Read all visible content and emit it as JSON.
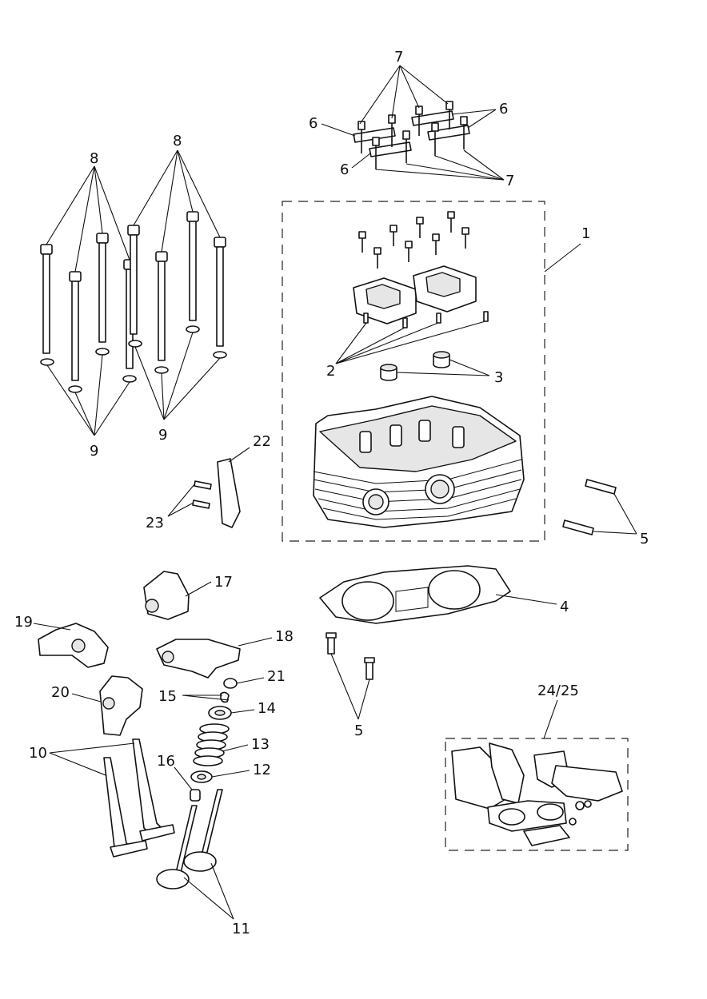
{
  "callouts": {
    "c1": "1",
    "c2": "2",
    "c3": "3",
    "c4": "4",
    "c5a": "5",
    "c5b": "5",
    "c6a": "6",
    "c6b": "6",
    "c6c": "6",
    "c7a": "7",
    "c7b": "7",
    "c8a": "8",
    "c8b": "8",
    "c9a": "9",
    "c9b": "9",
    "c10": "10",
    "c11": "11",
    "c12": "12",
    "c13": "13",
    "c14": "14",
    "c15": "15",
    "c16": "16",
    "c17": "17",
    "c18": "18",
    "c19": "19",
    "c20": "20",
    "c21": "21",
    "c22": "22",
    "c23": "23",
    "c24": "24/25"
  }
}
